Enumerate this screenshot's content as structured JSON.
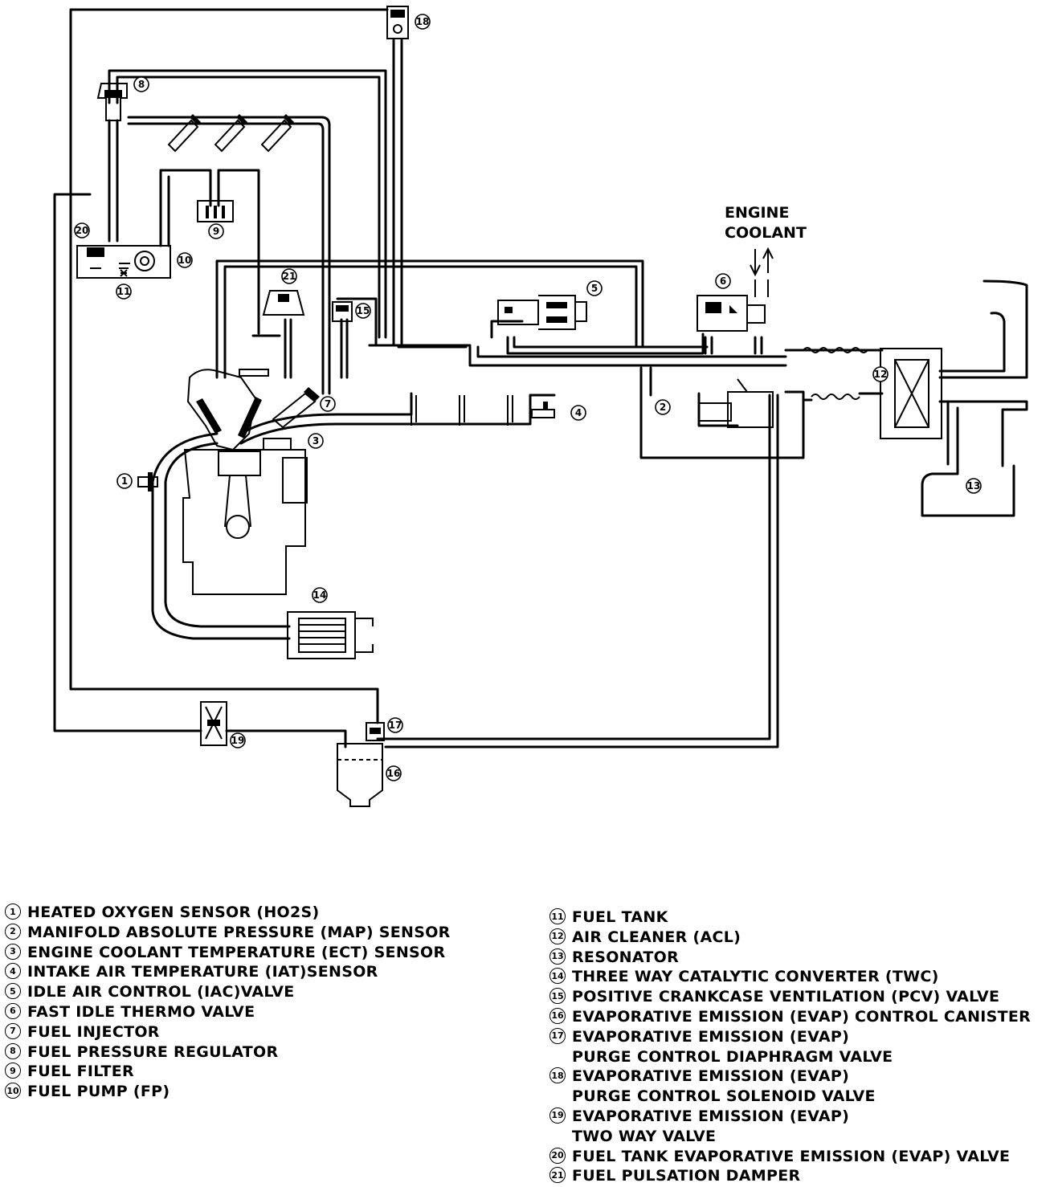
{
  "annotation": {
    "line1": "ENGINE",
    "line2": "COOLANT"
  },
  "callout_numbers": [
    "1",
    "2",
    "3",
    "4",
    "5",
    "6",
    "7",
    "8",
    "9",
    "10",
    "11",
    "12",
    "13",
    "14",
    "15",
    "16",
    "17",
    "18",
    "19",
    "20",
    "21"
  ],
  "legend_left": [
    {
      "num": "1",
      "text": "HEATED OXYGEN SENSOR (HO2S)"
    },
    {
      "num": "2",
      "text": "MANIFOLD ABSOLUTE PRESSURE (MAP) SENSOR"
    },
    {
      "num": "3",
      "text": "ENGINE COOLANT TEMPERATURE (ECT) SENSOR"
    },
    {
      "num": "4",
      "text": "INTAKE AIR TEMPERATURE (IAT)SENSOR"
    },
    {
      "num": "5",
      "text": "IDLE AIR CONTROL (IAC)VALVE"
    },
    {
      "num": "6",
      "text": "FAST IDLE THERMO VALVE"
    },
    {
      "num": "7",
      "text": "FUEL INJECTOR"
    },
    {
      "num": "8",
      "text": "FUEL PRESSURE REGULATOR"
    },
    {
      "num": "9",
      "text": "FUEL FILTER"
    },
    {
      "num": "10",
      "text": "FUEL PUMP (FP)"
    }
  ],
  "legend_right": [
    {
      "num": "11",
      "text": "FUEL TANK"
    },
    {
      "num": "12",
      "text": "AIR CLEANER (ACL)"
    },
    {
      "num": "13",
      "text": "RESONATOR"
    },
    {
      "num": "14",
      "text": "THREE WAY CATALYTIC CONVERTER (TWC)"
    },
    {
      "num": "15",
      "text": "POSITIVE CRANKCASE VENTILATION (PCV) VALVE"
    },
    {
      "num": "16",
      "text": "EVAPORATIVE EMISSION (EVAP) CONTROL CANISTER"
    },
    {
      "num": "17",
      "text": "EVAPORATIVE EMISSION (EVAP)",
      "text2": "PURGE CONTROL DIAPHRAGM VALVE"
    },
    {
      "num": "18",
      "text": "EVAPORATIVE EMISSION (EVAP)",
      "text2": "PURGE CONTROL SOLENOID VALVE"
    },
    {
      "num": "19",
      "text": "EVAPORATIVE EMISSION (EVAP)",
      "text2": "TWO WAY VALVE"
    },
    {
      "num": "20",
      "text": "FUEL TANK EVAPORATIVE EMISSION (EVAP) VALVE"
    },
    {
      "num": "21",
      "text": "FUEL PULSATION DAMPER"
    }
  ]
}
